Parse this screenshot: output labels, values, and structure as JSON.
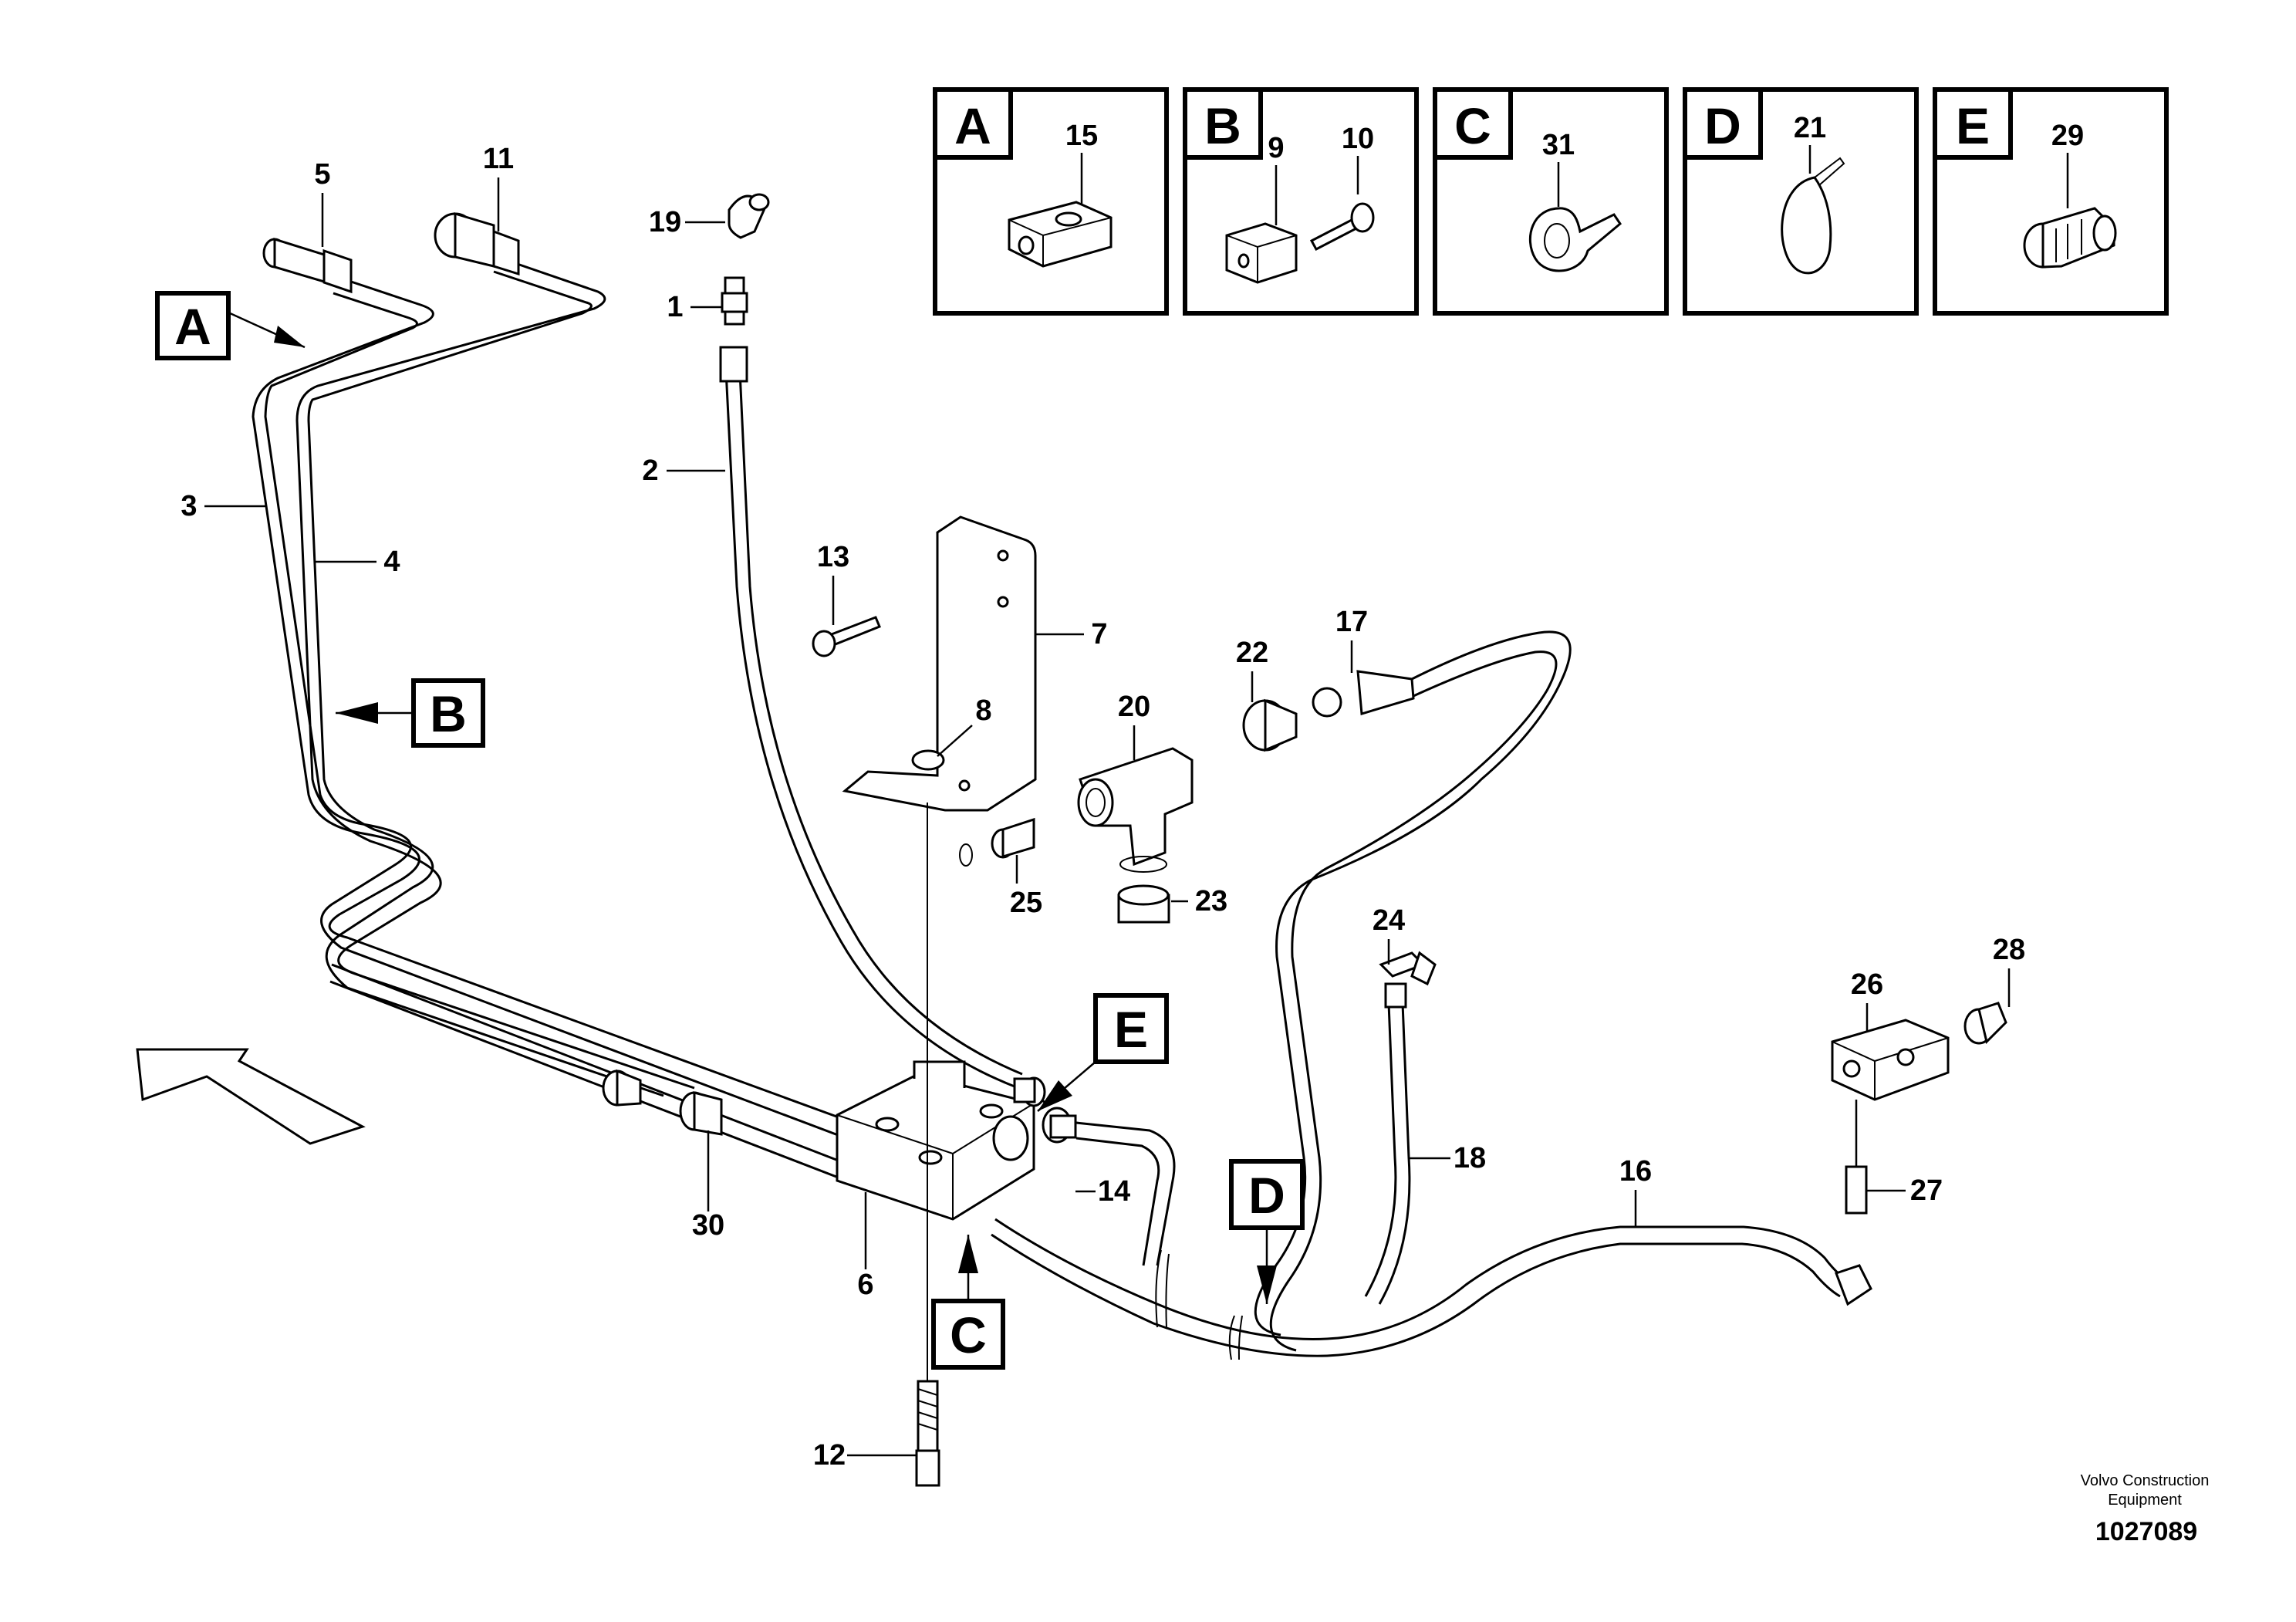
{
  "legend_boxes": [
    {
      "letter": "A",
      "parts": [
        "15"
      ]
    },
    {
      "letter": "B",
      "parts": [
        "9",
        "10"
      ]
    },
    {
      "letter": "C",
      "parts": [
        "31"
      ]
    },
    {
      "letter": "D",
      "parts": [
        "21"
      ]
    },
    {
      "letter": "E",
      "parts": [
        "29"
      ]
    }
  ],
  "callouts": {
    "A": "A",
    "B": "B",
    "C": "C",
    "D": "D",
    "E": "E"
  },
  "part_labels": {
    "p1": "1",
    "p2": "2",
    "p3": "3",
    "p4": "4",
    "p5": "5",
    "p6": "6",
    "p7": "7",
    "p8": "8",
    "p11": "11",
    "p12": "12",
    "p13": "13",
    "p14": "14",
    "p16": "16",
    "p17": "17",
    "p18": "18",
    "p19": "19",
    "p20": "20",
    "p22": "22",
    "p23": "23",
    "p24": "24",
    "p25": "25",
    "p26": "26",
    "p27": "27",
    "p28": "28",
    "p30": "30"
  },
  "footer": {
    "brand_line1": "Volvo Construction",
    "brand_line2": "Equipment",
    "drawing_number": "1027089"
  }
}
